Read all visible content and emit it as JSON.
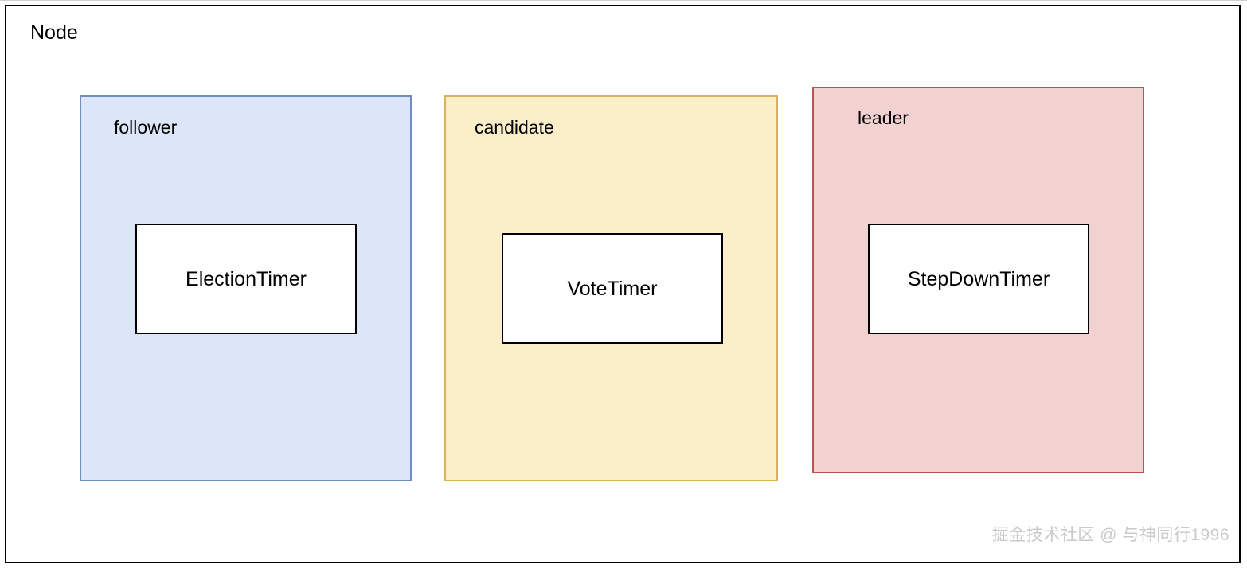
{
  "diagram": {
    "container": {
      "title": "Node"
    },
    "states": [
      {
        "id": "follower",
        "label": "follower",
        "fill": "#dce6f8",
        "stroke": "#6c8ebf",
        "timer": {
          "label": "ElectionTimer",
          "fill": "#ffffff",
          "stroke": "#000000"
        }
      },
      {
        "id": "candidate",
        "label": "candidate",
        "fill": "#fbefca",
        "stroke": "#d6b656",
        "timer": {
          "label": "VoteTimer",
          "fill": "#ffffff",
          "stroke": "#000000"
        }
      },
      {
        "id": "leader",
        "label": "leader",
        "fill": "#f2d1d1",
        "stroke": "#b85450",
        "timer": {
          "label": "StepDownTimer",
          "fill": "#ffffff",
          "stroke": "#000000"
        }
      }
    ]
  },
  "watermark": {
    "text": "掘金技术社区 @ 与神同行1996",
    "color": "#c9c9c9"
  }
}
